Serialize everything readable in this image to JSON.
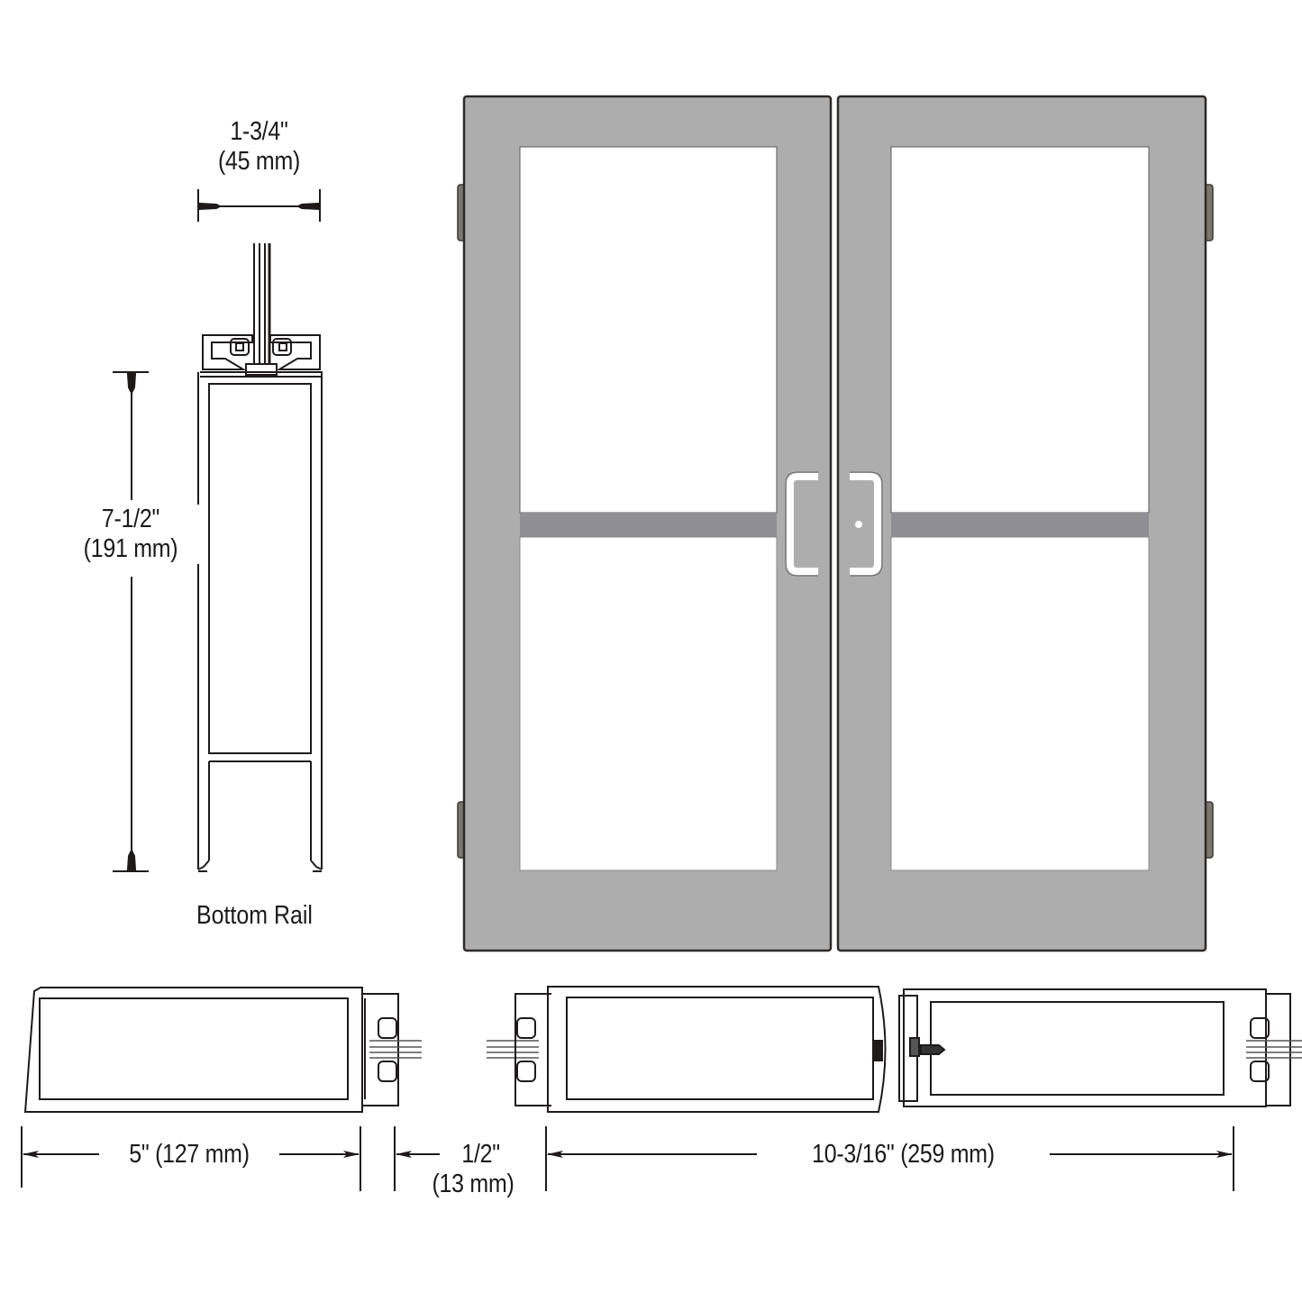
{
  "colors": {
    "door_frame": "#adadad",
    "door_edge": "#2e2a28",
    "mid_rail": "#8f8e92",
    "glass": "#ffffff",
    "handle": "#ffffff",
    "hinge": "#7a776f",
    "line": "#1e1a1a",
    "background": "#ffffff"
  },
  "bottom_rail_section": {
    "width_dimension": {
      "imperial": "1-3/4\"",
      "metric": "(45 mm)"
    },
    "height_dimension": {
      "imperial": "7-1/2\"",
      "metric": "(191 mm)"
    },
    "caption": "Bottom Rail"
  },
  "door_elevation": {
    "leaves": [
      {
        "name": "left-leaf",
        "hinges": 2,
        "handle": "pull-handle"
      },
      {
        "name": "right-leaf",
        "hinges": 2,
        "handle": "pull-handle-with-lock"
      }
    ],
    "panes_per_leaf": 2
  },
  "plan_sections": {
    "stile_dimension": {
      "label": "5\" (127 mm)"
    },
    "gap_dimension": {
      "imperial": "1/2\"",
      "metric": "(13 mm)"
    },
    "meeting_stile_dimension": {
      "label": "10-3/16\" (259 mm)"
    }
  }
}
